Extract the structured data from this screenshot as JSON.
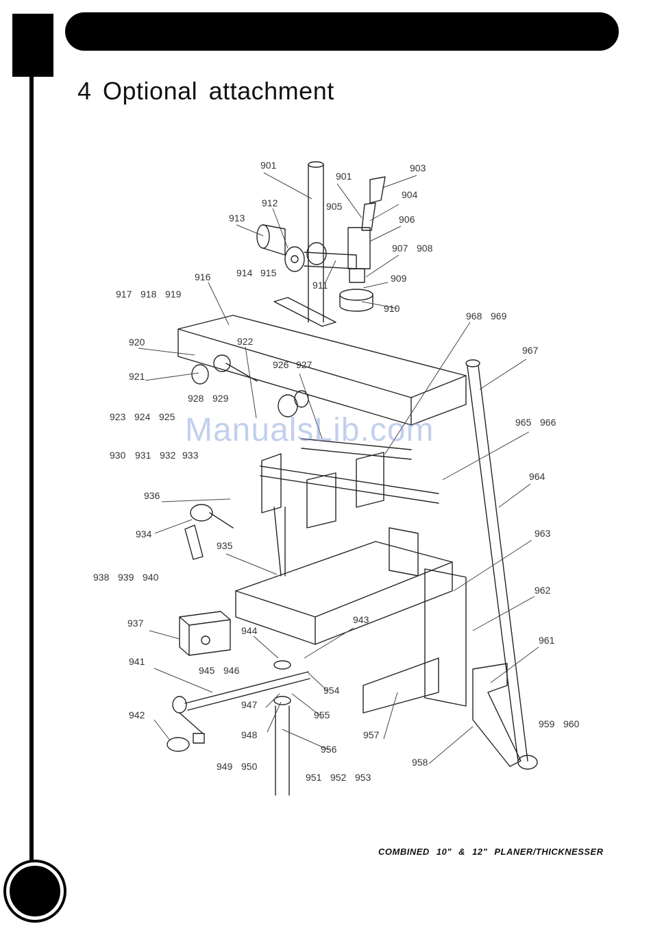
{
  "section": {
    "title": "4 Optional  attachment"
  },
  "footer": {
    "caption": "COMBINED 10\" & 12\"  PLANER/THICKNESSER"
  },
  "watermark": {
    "text": "ManualsLib.com"
  },
  "diagram": {
    "parts": [
      {
        "key": "p901a",
        "label": "901"
      },
      {
        "key": "p901b",
        "label": "901"
      },
      {
        "key": "p903",
        "label": "903"
      },
      {
        "key": "p904",
        "label": "904"
      },
      {
        "key": "p905",
        "label": "905"
      },
      {
        "key": "p906",
        "label": "906"
      },
      {
        "key": "p907",
        "label": "907"
      },
      {
        "key": "p908",
        "label": "908"
      },
      {
        "key": "p909",
        "label": "909"
      },
      {
        "key": "p910",
        "label": "910"
      },
      {
        "key": "p911",
        "label": "911"
      },
      {
        "key": "p912",
        "label": "912"
      },
      {
        "key": "p913",
        "label": "913"
      },
      {
        "key": "p914",
        "label": "914"
      },
      {
        "key": "p915",
        "label": "915"
      },
      {
        "key": "p916",
        "label": "916"
      },
      {
        "key": "p917",
        "label": "917"
      },
      {
        "key": "p918",
        "label": "918"
      },
      {
        "key": "p919",
        "label": "919"
      },
      {
        "key": "p920",
        "label": "920"
      },
      {
        "key": "p921",
        "label": "921"
      },
      {
        "key": "p922",
        "label": "922"
      },
      {
        "key": "p923",
        "label": "923"
      },
      {
        "key": "p924",
        "label": "924"
      },
      {
        "key": "p925",
        "label": "925"
      },
      {
        "key": "p926",
        "label": "926"
      },
      {
        "key": "p927",
        "label": "927"
      },
      {
        "key": "p928",
        "label": "928"
      },
      {
        "key": "p929",
        "label": "929"
      },
      {
        "key": "p930",
        "label": "930"
      },
      {
        "key": "p931",
        "label": "931"
      },
      {
        "key": "p932",
        "label": "932"
      },
      {
        "key": "p933",
        "label": "933"
      },
      {
        "key": "p934",
        "label": "934"
      },
      {
        "key": "p935",
        "label": "935"
      },
      {
        "key": "p936",
        "label": "936"
      },
      {
        "key": "p937",
        "label": "937"
      },
      {
        "key": "p938",
        "label": "938"
      },
      {
        "key": "p939",
        "label": "939"
      },
      {
        "key": "p940",
        "label": "940"
      },
      {
        "key": "p941",
        "label": "941"
      },
      {
        "key": "p942",
        "label": "942"
      },
      {
        "key": "p943",
        "label": "943"
      },
      {
        "key": "p944",
        "label": "944"
      },
      {
        "key": "p945",
        "label": "945"
      },
      {
        "key": "p946",
        "label": "946"
      },
      {
        "key": "p947",
        "label": "947"
      },
      {
        "key": "p948",
        "label": "948"
      },
      {
        "key": "p949",
        "label": "949"
      },
      {
        "key": "p950",
        "label": "950"
      },
      {
        "key": "p951",
        "label": "951"
      },
      {
        "key": "p952",
        "label": "952"
      },
      {
        "key": "p953",
        "label": "953"
      },
      {
        "key": "p954",
        "label": "954"
      },
      {
        "key": "p955",
        "label": "955"
      },
      {
        "key": "p956",
        "label": "956"
      },
      {
        "key": "p957",
        "label": "957"
      },
      {
        "key": "p958",
        "label": "958"
      },
      {
        "key": "p959",
        "label": "959"
      },
      {
        "key": "p960",
        "label": "960"
      },
      {
        "key": "p961",
        "label": "961"
      },
      {
        "key": "p962",
        "label": "962"
      },
      {
        "key": "p963",
        "label": "963"
      },
      {
        "key": "p964",
        "label": "964"
      },
      {
        "key": "p965",
        "label": "965"
      },
      {
        "key": "p966",
        "label": "966"
      },
      {
        "key": "p967",
        "label": "967"
      },
      {
        "key": "p968",
        "label": "968"
      },
      {
        "key": "p969",
        "label": "969"
      }
    ]
  }
}
